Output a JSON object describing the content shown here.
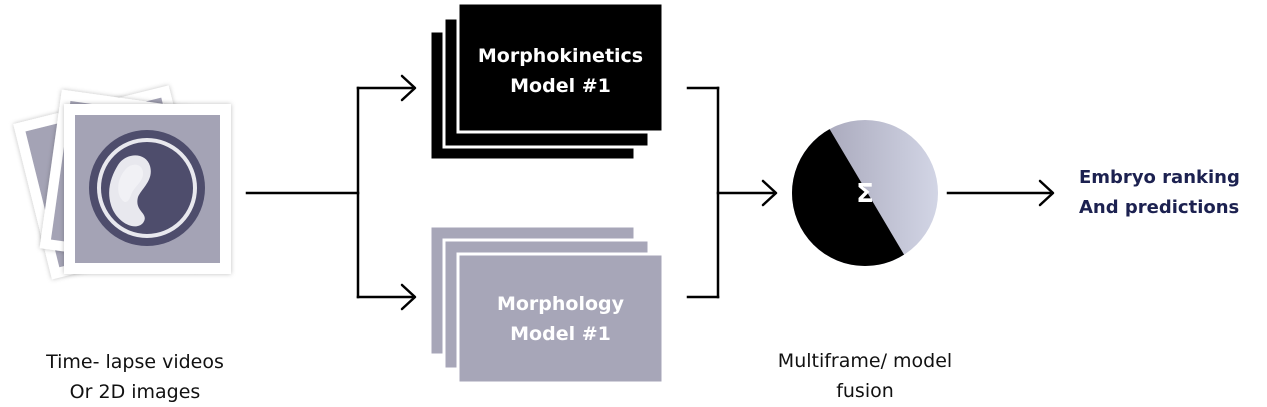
{
  "input": {
    "caption_line1": "Time- lapse videos",
    "caption_line2": "Or 2D images"
  },
  "models": {
    "morphokinetics": {
      "line1": "Morphokinetics",
      "line2": "Model #1"
    },
    "morphology": {
      "line1": "Morphology",
      "line2": "Model #1"
    }
  },
  "fusion": {
    "symbol": "Σ",
    "caption_line1": "Multiframe/ model",
    "caption_line2": "fusion"
  },
  "output": {
    "line1": "Embryo ranking",
    "line2": "And predictions"
  },
  "colors": {
    "card_dark": "#000000",
    "card_light": "#a7a6b8",
    "image_frame": "#a4a3b5",
    "embryo_dark": "#4e4d6c",
    "fusion_light": "#c9cde0",
    "output_text": "#1c2150"
  }
}
